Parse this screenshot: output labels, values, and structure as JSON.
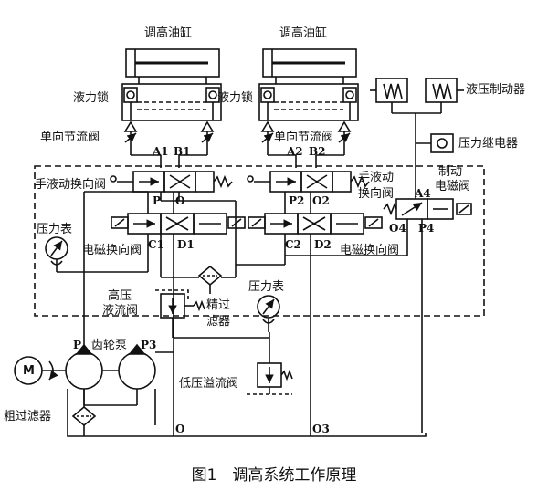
{
  "caption": "图1　调高系统工作原理",
  "labels": {
    "cylinder_left": "调高油缸",
    "cylinder_right": "调高油缸",
    "hydraulic_lock_left": "液力锁",
    "hydraulic_lock_right": "液力锁",
    "check_throttle_left": "单向节流阀",
    "check_throttle_right": "单向节流阀",
    "brake": "液压制动器",
    "pressure_relay": "压力继电器",
    "brake_solenoid_line1": "制动",
    "brake_solenoid_line2": "电磁阀",
    "manual_valve_left": "手液动换向阀",
    "manual_valve_right_line1": "手液动",
    "manual_valve_right_line2": "换向阀",
    "solenoid_valve_left": "电磁换向阀",
    "solenoid_valve_right": "电磁换向阀",
    "pressure_gauge_left": "压力表",
    "pressure_gauge_right": "压力表",
    "high_relief_line1": "高压",
    "high_relief_line2": "液流阀",
    "fine_filter_line1": "精过",
    "fine_filter_line2": "滤器",
    "gear_pump": "齿轮泵",
    "low_relief": "低压溢流阀",
    "coarse_filter": "粗过滤器",
    "motor": "M"
  },
  "ports": {
    "A1": "A1",
    "B1": "B1",
    "A2": "A2",
    "B2": "B2",
    "P": "P",
    "O": "O",
    "P2": "P2",
    "O2": "O2",
    "A4": "A4",
    "O4": "O4",
    "P4": "P4",
    "C1": "C1",
    "D1": "D1",
    "C2": "C2",
    "D2": "D2",
    "P_pump": "P",
    "P3": "P3",
    "O_bottom": "O",
    "O3_bottom": "O3"
  }
}
